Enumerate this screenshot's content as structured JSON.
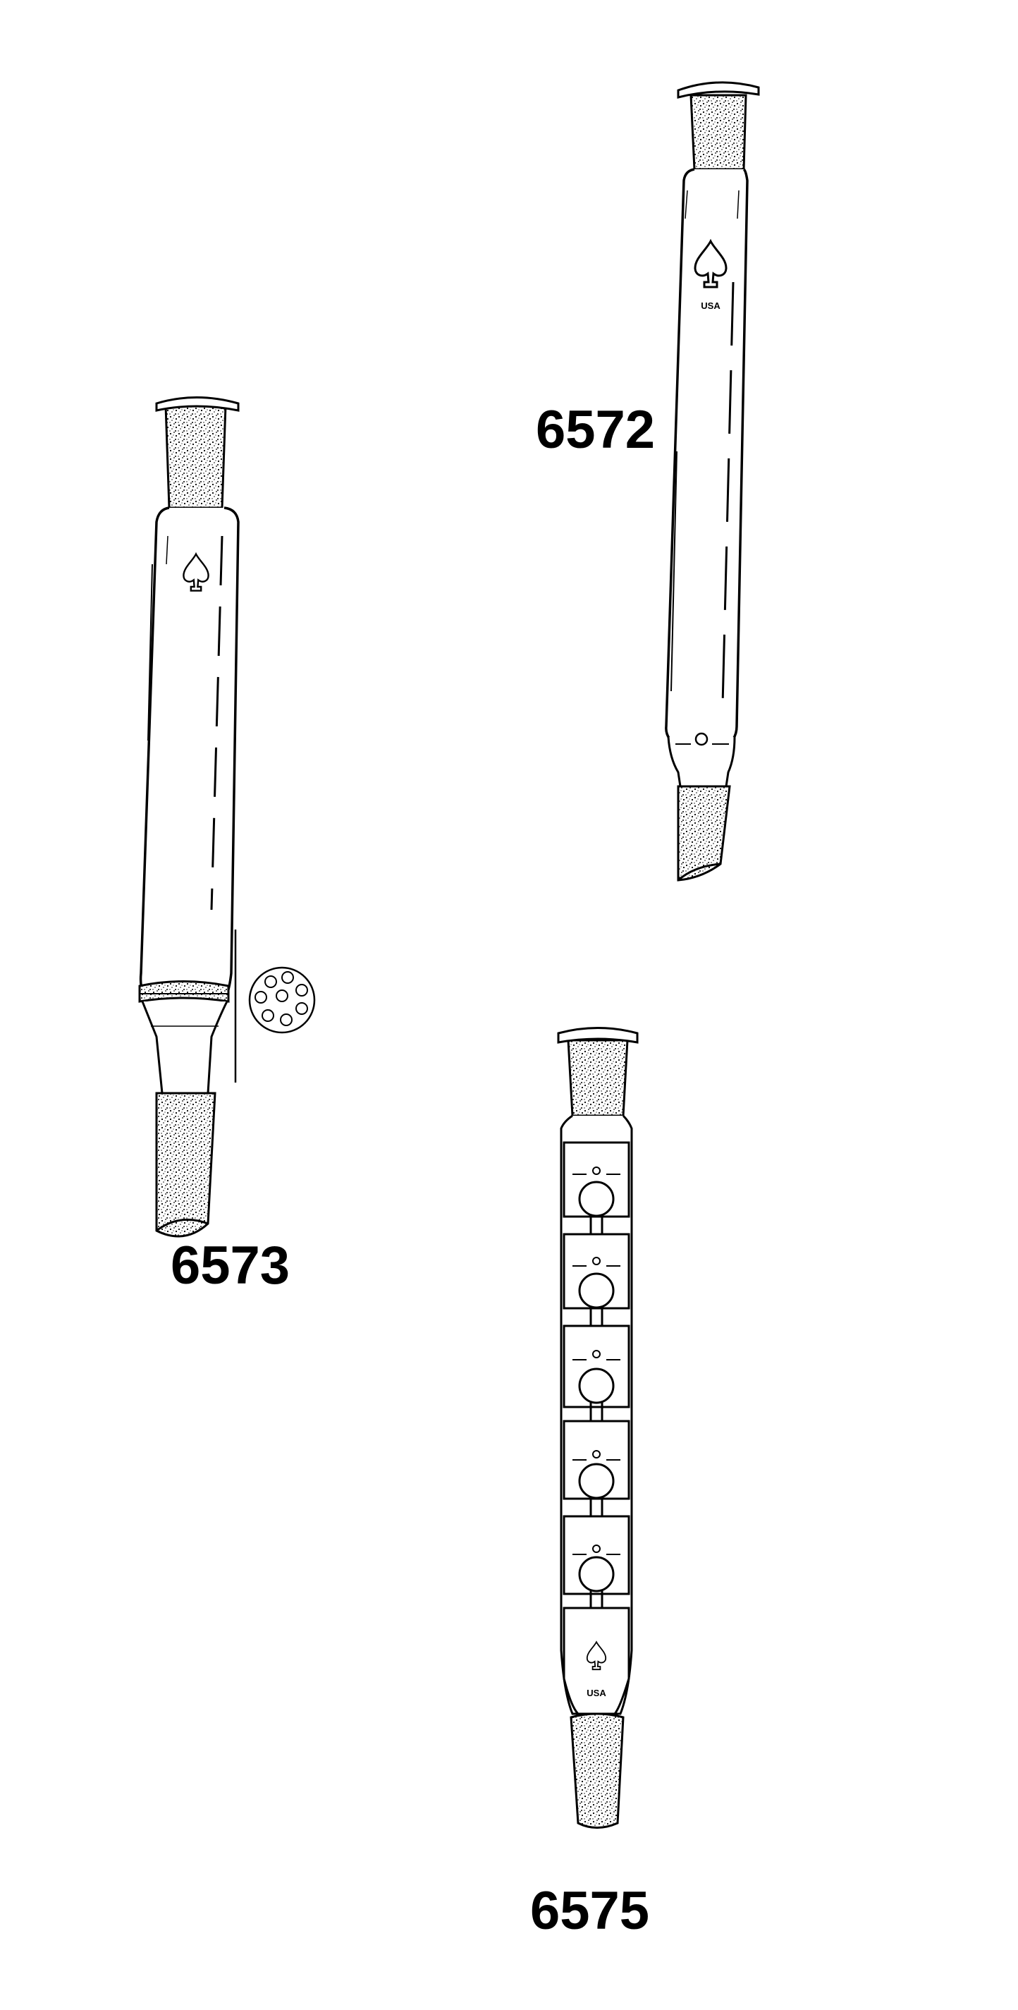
{
  "figure": {
    "labels": {
      "item_6572": "6572",
      "item_6573": "6573",
      "item_6575": "6575"
    },
    "mark_text": "USA",
    "colors": {
      "ink": "#000000",
      "paper": "#ffffff"
    },
    "icons": [
      "spade-logo-icon"
    ]
  }
}
